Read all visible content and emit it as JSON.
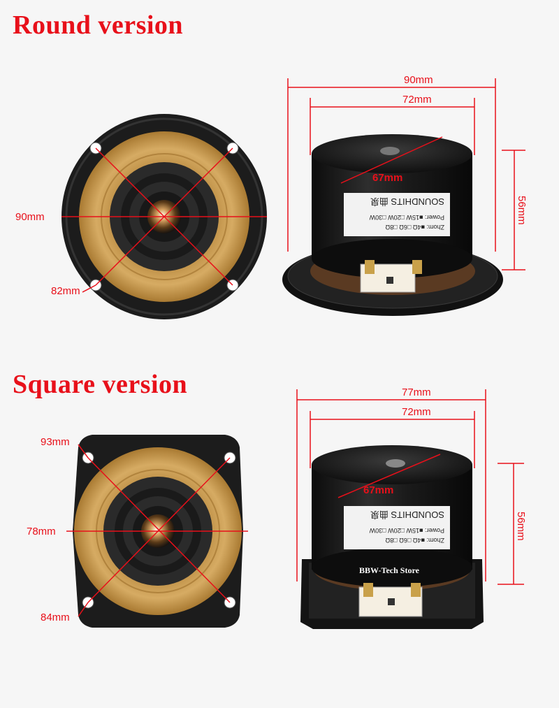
{
  "round": {
    "title": "Round version",
    "front": {
      "diameter_label": "90mm",
      "inner_label": "82mm"
    },
    "side": {
      "outer_width": "90mm",
      "magnet_width": "72mm",
      "magnet_diameter": "67mm",
      "height": "56mm",
      "brand": "SOUNDHITS 曲泉",
      "power_line": "Power: ■15W □20W □30W",
      "ohm_line": "Zhom: ■4Ω □6Ω □8Ω"
    }
  },
  "square": {
    "title": "Square version",
    "front": {
      "diagonal_label": "93mm",
      "width_label": "78mm",
      "inner_label": "84mm"
    },
    "side": {
      "outer_width": "77mm",
      "magnet_width": "72mm",
      "magnet_diameter": "67mm",
      "height": "56mm",
      "brand": "SOUNDHITS 曲泉",
      "power_line": "Power: ■15W □20W □30W",
      "ohm_line": "Zhom: ■4Ω □6Ω □8Ω",
      "watermark": "BBW-Tech Store"
    }
  },
  "colors": {
    "accent": "#e8101a",
    "cone": "#c99a4e",
    "frame": "#1c1c1c"
  }
}
